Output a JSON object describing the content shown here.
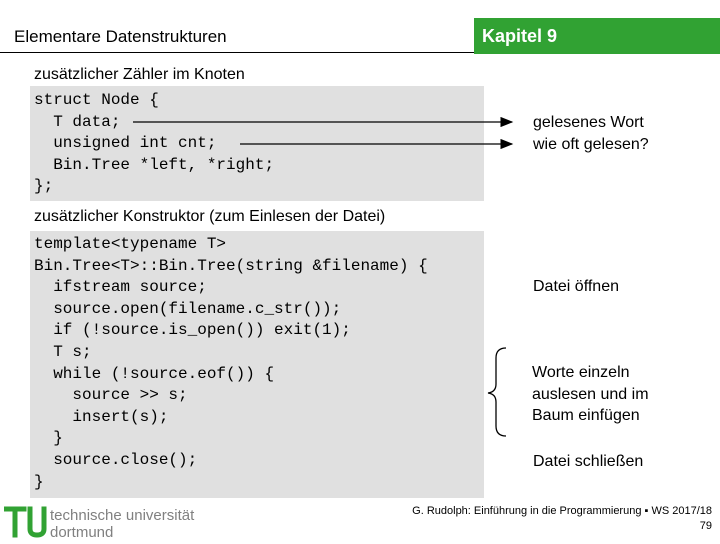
{
  "header": {
    "title": "Elementare Datenstrukturen",
    "chapter": "Kapitel 9"
  },
  "sections": [
    {
      "heading": "zusätzlicher Zähler im Knoten",
      "code": "struct Node {\n  T data;\n  unsigned int cnt;\n  Bin.Tree *left, *right;\n};"
    },
    {
      "heading": "zusätzlicher Konstruktor (zum Einlesen der Datei)",
      "code": "template<typename T>\nBin.Tree<T>::Bin.Tree(string &filename) {\n  ifstream source;\n  source.open(filename.c_str());\n  if (!source.is_open()) exit(1);\n  T s;\n  while (!source.eof()) {\n    source >> s;\n    insert(s);\n  }\n  source.close();\n}"
    }
  ],
  "notes": {
    "count": "gelesenes Wort\nwie oft gelesen?",
    "open": "Datei öffnen",
    "insert": "Worte einzeln\nauslesen und im\nBaum einfügen",
    "close": "Datei schließen"
  },
  "footer": {
    "line1": "G. Rudolph: Einführung in die Programmierung ▪ WS 2017/18",
    "page": "79"
  },
  "logo": {
    "line1": "technische universität",
    "line2": "dortmund"
  },
  "colors": {
    "accent": "#31a233",
    "code_bg": "#e0e0e0",
    "logo_gray": "#808080"
  }
}
